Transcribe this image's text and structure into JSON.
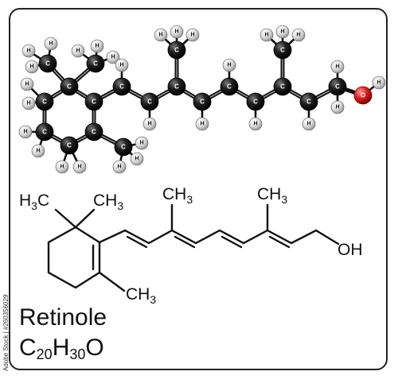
{
  "molecule": {
    "name": "Retinole",
    "formula": [
      {
        "t": "C",
        "sub": false
      },
      {
        "t": "20",
        "sub": true
      },
      {
        "t": "H",
        "sub": false
      },
      {
        "t": "30",
        "sub": true
      },
      {
        "t": "O",
        "sub": false
      }
    ]
  },
  "atoms": {
    "carbon": "C",
    "hydrogen": "H",
    "oxygen": "O"
  },
  "skeletal_labels": {
    "h3c_left": {
      "main": "H",
      "sub": "3",
      "tail": "C"
    },
    "ch3_ring": {
      "main": "CH",
      "sub": "3"
    },
    "ch3_chain_1": {
      "main": "CH",
      "sub": "3"
    },
    "ch3_chain_2": {
      "main": "CH",
      "sub": "3"
    },
    "ch3_bottom": {
      "main": "CH",
      "sub": "3"
    },
    "oh": "OH"
  },
  "stock_credit": "Adobe Stock | #260356029",
  "colors": {
    "carbon": "#111111",
    "hydrogen": "#e6e6e6",
    "oxygen": "#e02020",
    "frame": "#222222"
  }
}
